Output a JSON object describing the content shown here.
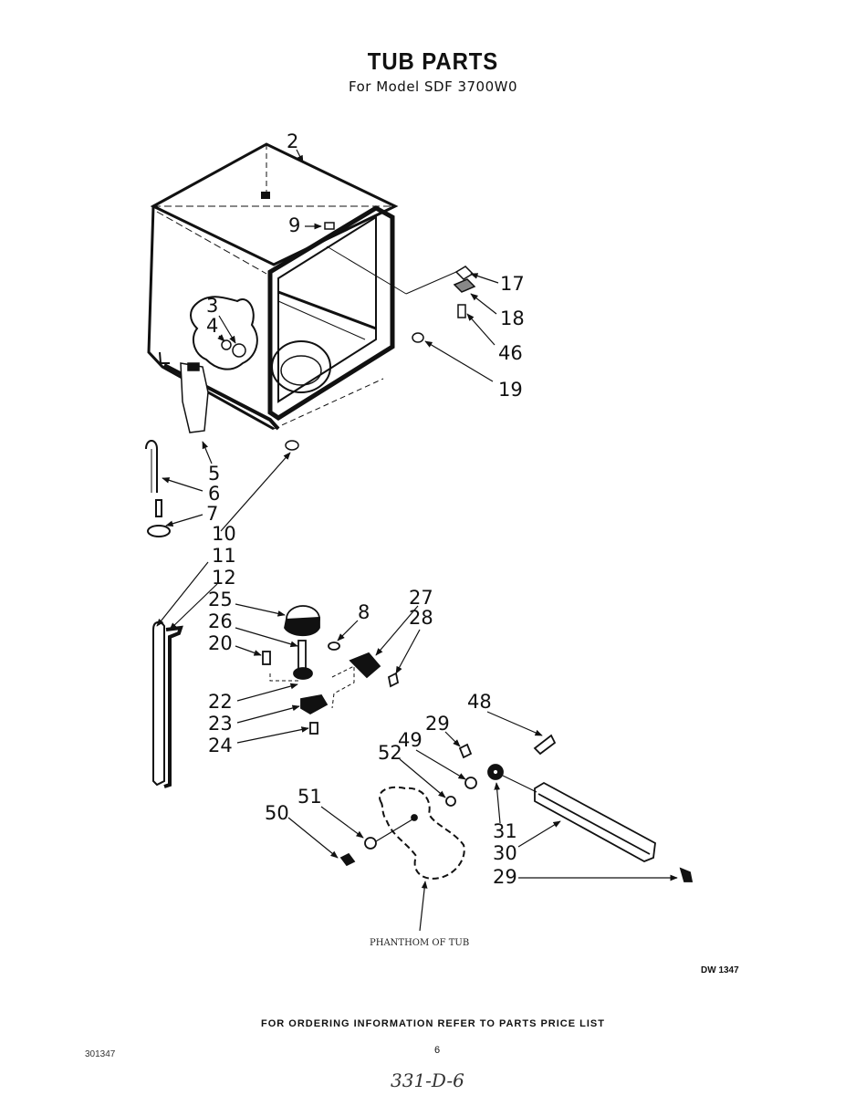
{
  "header": {
    "title": "TUB  PARTS",
    "subtitle": "For Model SDF 3700W0"
  },
  "callouts": [
    "2",
    "9",
    "17",
    "18",
    "46",
    "19",
    "3",
    "4",
    "5",
    "6",
    "7",
    "10",
    "11",
    "12",
    "25",
    "26",
    "20",
    "22",
    "23",
    "24",
    "8",
    "27",
    "28",
    "48",
    "29",
    "49",
    "52",
    "31",
    "30",
    "29",
    "51",
    "50"
  ],
  "phantom_label": "PHANTHOM OF TUB",
  "drawing_code": "DW 1347",
  "footer": {
    "ordering_info": "FOR ORDERING INFORMATION REFER TO PARTS PRICE LIST",
    "page_number": "6",
    "doc_id": "301347",
    "handwritten_note": "331-D-6"
  }
}
